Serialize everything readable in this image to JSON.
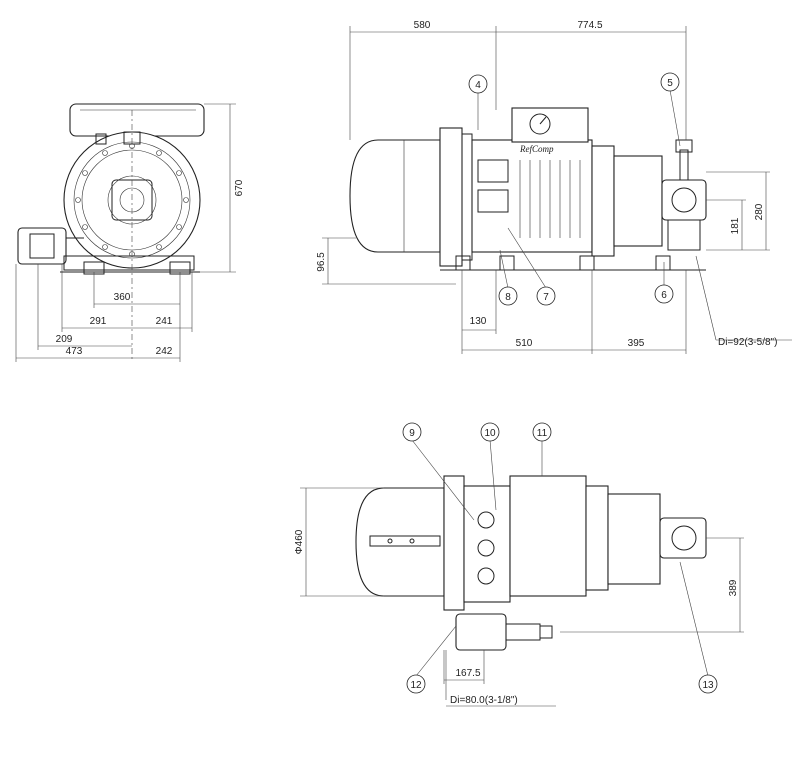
{
  "brand_mark": "RefComp",
  "end_view": {
    "dims": {
      "height_670": "670",
      "d360": "360",
      "d291": "291",
      "d241": "241",
      "d209": "209",
      "d473": "473",
      "d242": "242"
    }
  },
  "side_view": {
    "dims": {
      "d580": "580",
      "d774": "774.5",
      "d181": "181",
      "d280": "280",
      "d96": "96.5",
      "d130": "130",
      "d510": "510",
      "d395": "395"
    },
    "callouts": {
      "c4": "4",
      "c5": "5",
      "c6": "6",
      "c7": "7",
      "c8": "8"
    },
    "note_di92": "Di=92(3-5/8\")"
  },
  "top_view": {
    "dims": {
      "phi460": "Φ460",
      "d389": "389",
      "d167": "167.5"
    },
    "callouts": {
      "c9": "9",
      "c10": "10",
      "c11": "11",
      "c12": "12",
      "c13": "13"
    },
    "note_di80": "Di=80.0(3-1/8\")"
  }
}
